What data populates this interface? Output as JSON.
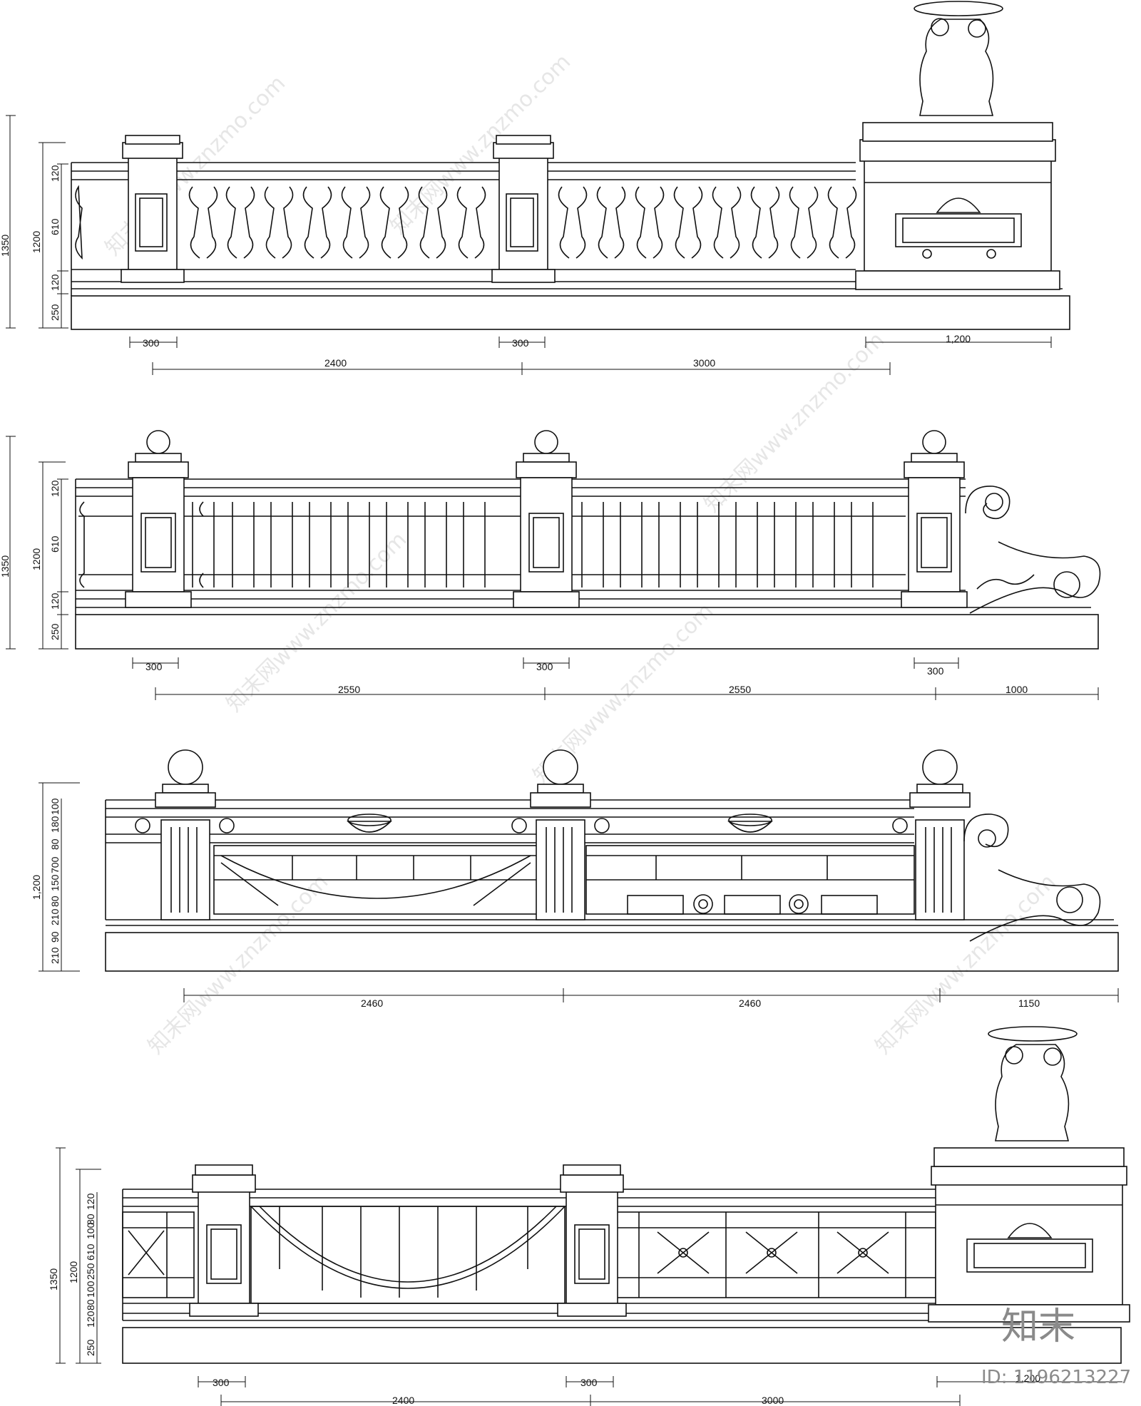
{
  "drawings": [
    {
      "vertical_dims": [
        "1350",
        "1200",
        "120",
        "610",
        "120",
        "250"
      ],
      "horizontal_dims": [
        "300",
        "300",
        "1,200",
        "2400",
        "3000"
      ]
    },
    {
      "vertical_dims": [
        "1350",
        "1200",
        "120",
        "610",
        "120",
        "250"
      ],
      "horizontal_dims": [
        "300",
        "300",
        "300",
        "2550",
        "2550",
        "1000"
      ]
    },
    {
      "vertical_dims": [
        "1,200",
        "100",
        "180",
        "80",
        "700",
        "150",
        "80",
        "210",
        "90",
        "210"
      ],
      "horizontal_dims": [
        "2460",
        "2460",
        "1150"
      ]
    },
    {
      "vertical_dims": [
        "1350",
        "1200",
        "120",
        "80",
        "100",
        "610",
        "250",
        "100",
        "80",
        "120",
        "250"
      ],
      "horizontal_dims": [
        "300",
        "300",
        "2400",
        "3000",
        "1,200"
      ]
    }
  ],
  "watermark": {
    "text": "知末网www.znzmo.com",
    "brand": "知末",
    "id": "ID: 1196213227"
  },
  "colors": {
    "line": "#111111",
    "watermark": "#b9b9b9",
    "brand": "#8a8a8a"
  }
}
